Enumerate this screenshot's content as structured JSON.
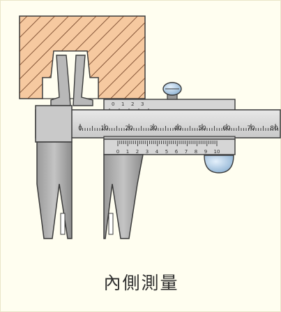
{
  "caption": "內側測量",
  "colors": {
    "workpiece_fill": "#f6c9a0",
    "workpiece_hatch": "#6b3a1f",
    "metal_light": "#d9d9d9",
    "metal_mid": "#b4b4b4",
    "metal_dark": "#8a8a8a",
    "outline": "#3a3a3a",
    "clamp_screw": "#9fc1de"
  },
  "main_scale": {
    "labels": [
      "0",
      "10",
      "20",
      "30",
      "40",
      "50",
      "60",
      "70",
      "80"
    ]
  },
  "vernier_scale": {
    "labels": [
      "0",
      "1",
      "2",
      "3",
      "4",
      "5",
      "6",
      "7",
      "8",
      "9",
      "10"
    ]
  },
  "depth_scale": {
    "labels": [
      "0",
      "1",
      "2",
      "3"
    ]
  }
}
